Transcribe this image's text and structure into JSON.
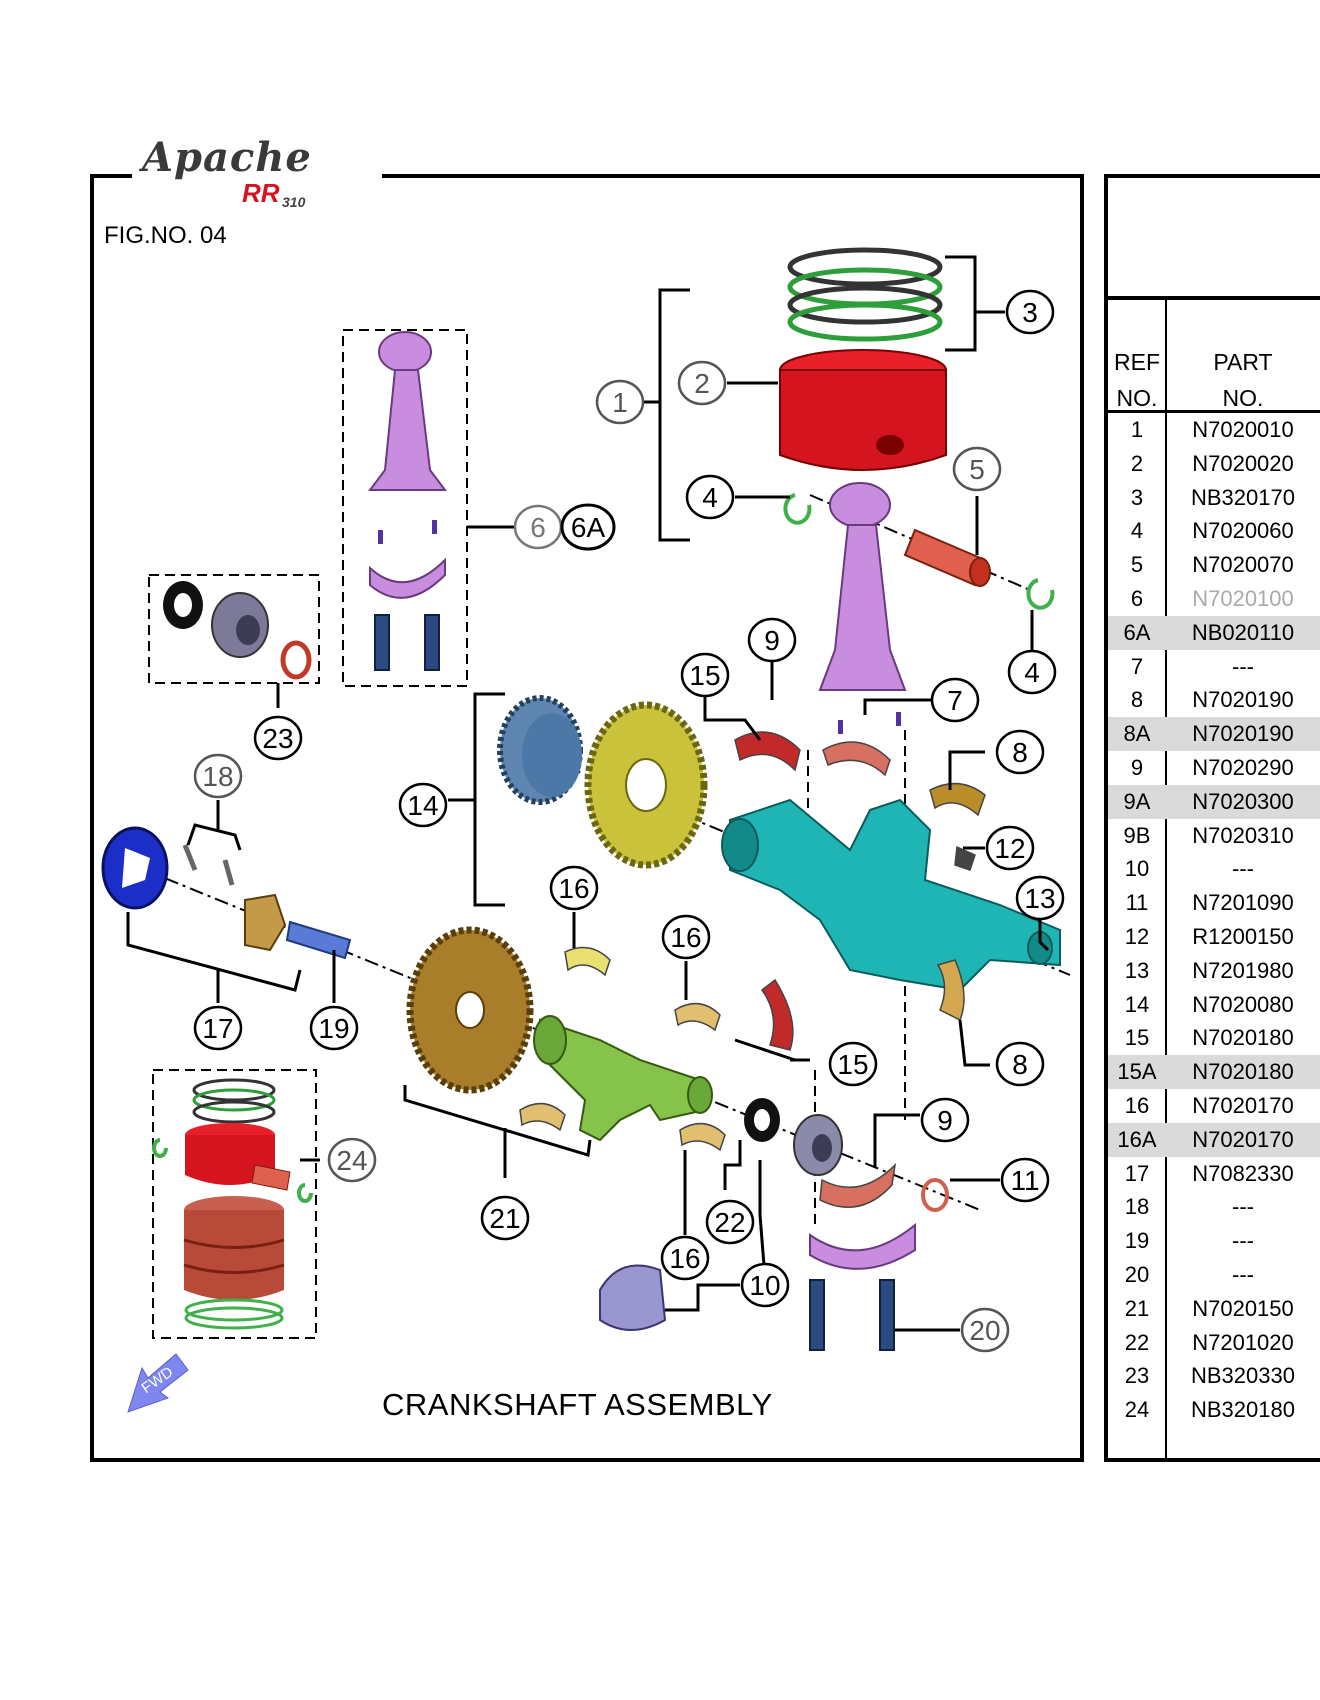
{
  "logo": {
    "brand": "Apache",
    "model": "RR",
    "number": "310"
  },
  "figure": {
    "number": "FIG.NO. 04",
    "caption": "CRANKSHAFT ASSEMBLY",
    "fwd_label": "FWD"
  },
  "table": {
    "header_ref_line1": "REF",
    "header_ref_line2": "NO.",
    "header_part_line1": "PART",
    "header_part_line2": "NO.",
    "rows": [
      {
        "ref": "1",
        "part": "N7020010"
      },
      {
        "ref": "2",
        "part": "N7020020"
      },
      {
        "ref": "3",
        "part": "NB320170"
      },
      {
        "ref": "4",
        "part": "N7020060"
      },
      {
        "ref": "5",
        "part": "N7020070"
      },
      {
        "ref": "6",
        "part": "N7020100"
      },
      {
        "ref": "6A",
        "part": "NB020110"
      },
      {
        "ref": "7",
        "part": "---"
      },
      {
        "ref": "8",
        "part": "N7020190"
      },
      {
        "ref": "8A",
        "part": "N7020190"
      },
      {
        "ref": "9",
        "part": "N7020290"
      },
      {
        "ref": "9A",
        "part": "N7020300"
      },
      {
        "ref": "9B",
        "part": "N7020310"
      },
      {
        "ref": "10",
        "part": "---"
      },
      {
        "ref": "11",
        "part": "N7201090"
      },
      {
        "ref": "12",
        "part": "R1200150"
      },
      {
        "ref": "13",
        "part": "N7201980"
      },
      {
        "ref": "14",
        "part": "N7020080"
      },
      {
        "ref": "15",
        "part": "N7020180"
      },
      {
        "ref": "15A",
        "part": "N7020180"
      },
      {
        "ref": "16",
        "part": "N7020170"
      },
      {
        "ref": "16A",
        "part": "N7020170"
      },
      {
        "ref": "17",
        "part": "N7082330"
      },
      {
        "ref": "18",
        "part": "---"
      },
      {
        "ref": "19",
        "part": "---"
      },
      {
        "ref": "20",
        "part": "---"
      },
      {
        "ref": "21",
        "part": "N7020150"
      },
      {
        "ref": "22",
        "part": "N7201020"
      },
      {
        "ref": "23",
        "part": "NB320330"
      },
      {
        "ref": "24",
        "part": "NB320180"
      }
    ]
  },
  "callouts": [
    "1",
    "2",
    "3",
    "4",
    "5",
    "6",
    "6A",
    "4",
    "9",
    "7",
    "15",
    "8",
    "12",
    "13",
    "14",
    "18",
    "23",
    "16",
    "16",
    "15",
    "8",
    "17",
    "19",
    "9",
    "11",
    "24",
    "21",
    "22",
    "16",
    "10",
    "20"
  ]
}
